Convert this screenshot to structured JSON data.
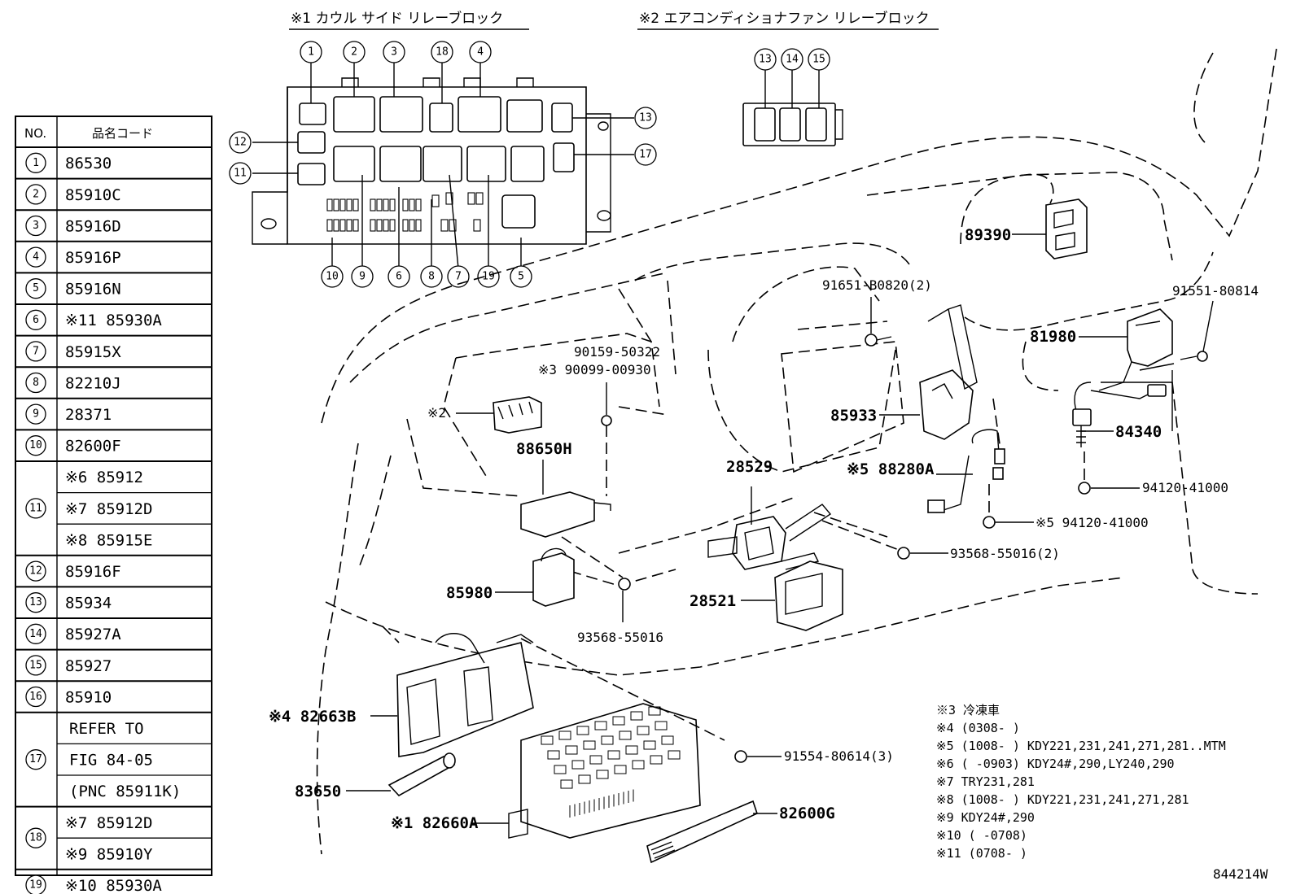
{
  "titles": {
    "block1": "※1 カウル サイド リレーブロック",
    "block2": "※2 エアコンディショナファン リレーブロック"
  },
  "table": {
    "header_no": "NO.",
    "header_code": "品名コード",
    "rows": [
      {
        "no": "1",
        "codes": [
          "86530"
        ]
      },
      {
        "no": "2",
        "codes": [
          "85910C"
        ]
      },
      {
        "no": "3",
        "codes": [
          "85916D"
        ]
      },
      {
        "no": "4",
        "codes": [
          "85916P"
        ]
      },
      {
        "no": "5",
        "codes": [
          "85916N"
        ]
      },
      {
        "no": "6",
        "codes": [
          "※11 85930A"
        ]
      },
      {
        "no": "7",
        "codes": [
          "85915X"
        ]
      },
      {
        "no": "8",
        "codes": [
          "82210J"
        ]
      },
      {
        "no": "9",
        "codes": [
          "28371"
        ]
      },
      {
        "no": "10",
        "codes": [
          "82600F"
        ]
      },
      {
        "no": "11",
        "codes": [
          "※6 85912",
          "※7 85912D",
          "※8 85915E"
        ]
      },
      {
        "no": "12",
        "codes": [
          "85916F"
        ]
      },
      {
        "no": "13",
        "codes": [
          "85934"
        ]
      },
      {
        "no": "14",
        "codes": [
          "85927A"
        ]
      },
      {
        "no": "15",
        "codes": [
          "85927"
        ]
      },
      {
        "no": "16",
        "codes": [
          "85910"
        ]
      },
      {
        "no": "17",
        "codes": [
          "REFER TO",
          "FIG 84-05",
          "(PNC 85911K)"
        ]
      },
      {
        "no": "18",
        "codes": [
          "※7 85912D",
          "※9 85910Y"
        ]
      },
      {
        "no": "19",
        "codes": [
          "※10 85930A"
        ]
      }
    ]
  },
  "block1_callouts": [
    "1",
    "2",
    "3",
    "18",
    "4",
    "13",
    "12",
    "17",
    "11",
    "10",
    "9",
    "6",
    "8",
    "7",
    "19",
    "5"
  ],
  "block2_callouts": [
    "13",
    "14",
    "15"
  ],
  "parts": {
    "p89390": "89390",
    "p91651": "91651-B0820(2)",
    "p91551": "91551-80814",
    "p81980": "81980",
    "p90159": "90159-50322",
    "p90099": "※3 90099-00930",
    "p2ref": "※2",
    "p85933": "85933",
    "p84340": "84340",
    "p88650h": "88650H",
    "p28529": "28529",
    "p88280a": "※5 88280A",
    "p94120a": "94120-41000",
    "p94120b": "※5 94120-41000",
    "p93568b": "93568-55016(2)",
    "p85980": "85980",
    "p28521": "28521",
    "p93568a": "93568-55016",
    "p82663b": "※4 82663B",
    "p91554": "91554-80614(3)",
    "p83650": "83650",
    "p82600g": "82600G",
    "p82660a": "※1 82660A"
  },
  "notes": [
    "※3  冷凍車",
    "※4  (0308-       )",
    "※5  (1008-       ) KDY221,231,241,271,281..MTM",
    "※6  (       -0903) KDY24#,290,LY240,290",
    "※7  TRY231,281",
    "※8  (1008-       ) KDY221,231,241,271,281",
    "※9  KDY24#,290",
    "※10 (       -0708)",
    "※11 (0708-       )"
  ],
  "figure_id": "844214W"
}
